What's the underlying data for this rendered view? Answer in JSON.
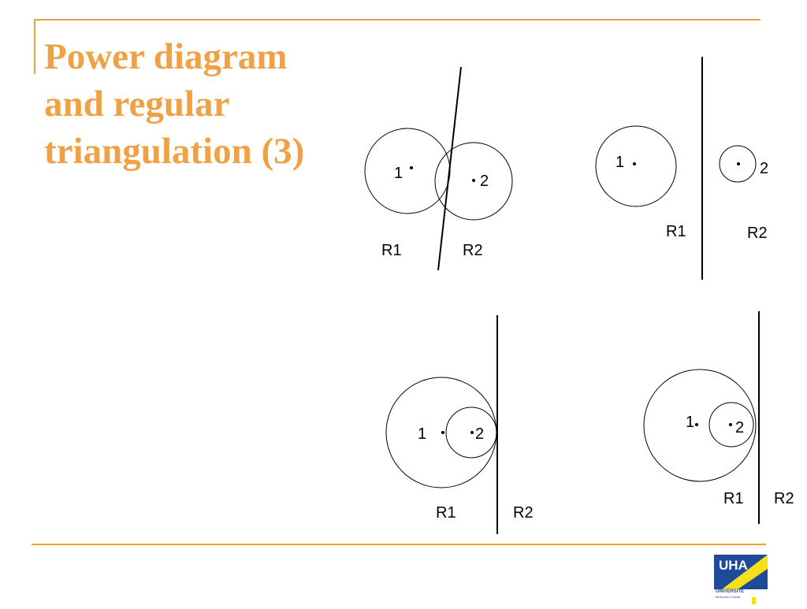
{
  "slide": {
    "title_lines": [
      "Power diagram",
      "and regular",
      "triangulation (3)"
    ]
  },
  "diagrams": [
    {
      "point1_label": "1",
      "point2_label": "2",
      "region1_label": "R1",
      "region2_label": "R2"
    },
    {
      "point1_label": "1",
      "point2_label": "2",
      "region1_label": "R1",
      "region2_label": "R2"
    },
    {
      "point1_label": "1",
      "point2_label": "2",
      "region1_label": "R1",
      "region2_label": "R2"
    },
    {
      "point1_label": "1",
      "point2_label": "2",
      "region1_label": "R1",
      "region2_label": "R2"
    }
  ],
  "logo": {
    "name": "university-logo",
    "text": "UHA",
    "subtext": "UNIVERSITE",
    "subtext2": "Mulhouse-Colmar"
  },
  "colors": {
    "accent": "#f0a045",
    "rule": "#e8a33a",
    "logo_blue": "#1f4a9a",
    "logo_yellow": "#f5e01a"
  }
}
